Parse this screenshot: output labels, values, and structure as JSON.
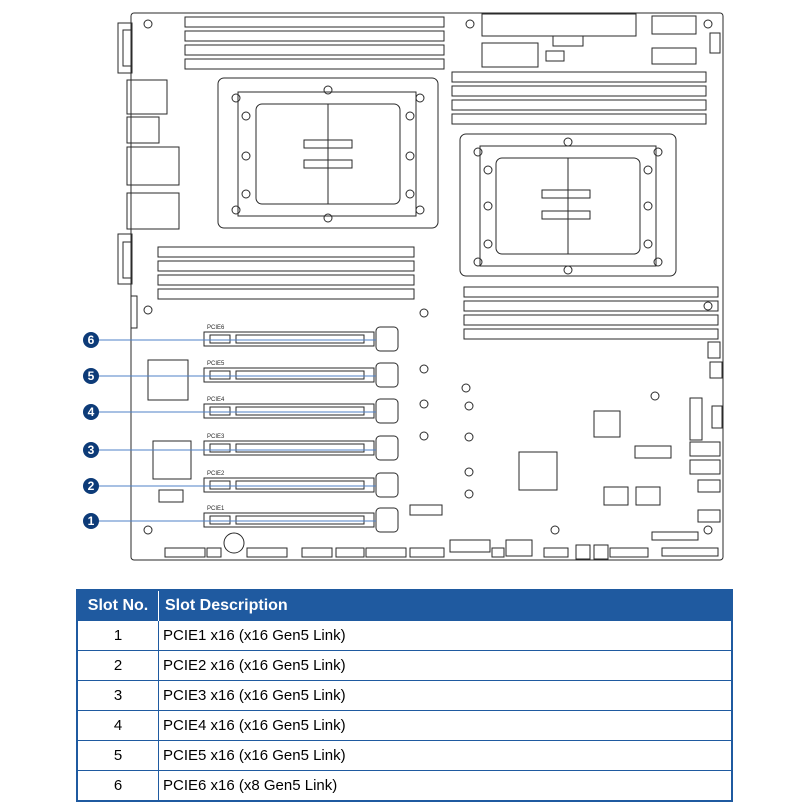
{
  "colors": {
    "accent": "#1f5aa0",
    "callout": "#0d3b78",
    "line": "#2a2a2a",
    "rule": "#4f81c7"
  },
  "board": {
    "slot_labels": [
      "PCIE1",
      "PCIE2",
      "PCIE3",
      "PCIE4",
      "PCIE5",
      "PCIE6"
    ],
    "callouts": [
      "1",
      "2",
      "3",
      "4",
      "5",
      "6"
    ]
  },
  "table": {
    "headers": {
      "slot_no": "Slot No.",
      "slot_desc": "Slot Description"
    },
    "rows": [
      {
        "no": "1",
        "desc": "PCIE1 x16 (x16 Gen5 Link)"
      },
      {
        "no": "2",
        "desc": "PCIE2 x16 (x16 Gen5 Link)"
      },
      {
        "no": "3",
        "desc": "PCIE3 x16 (x16 Gen5 Link)"
      },
      {
        "no": "4",
        "desc": "PCIE4 x16 (x16 Gen5 Link)"
      },
      {
        "no": "5",
        "desc": "PCIE5 x16 (x16 Gen5 Link)"
      },
      {
        "no": "6",
        "desc": "PCIE6 x16 (x8 Gen5 Link)"
      }
    ]
  }
}
